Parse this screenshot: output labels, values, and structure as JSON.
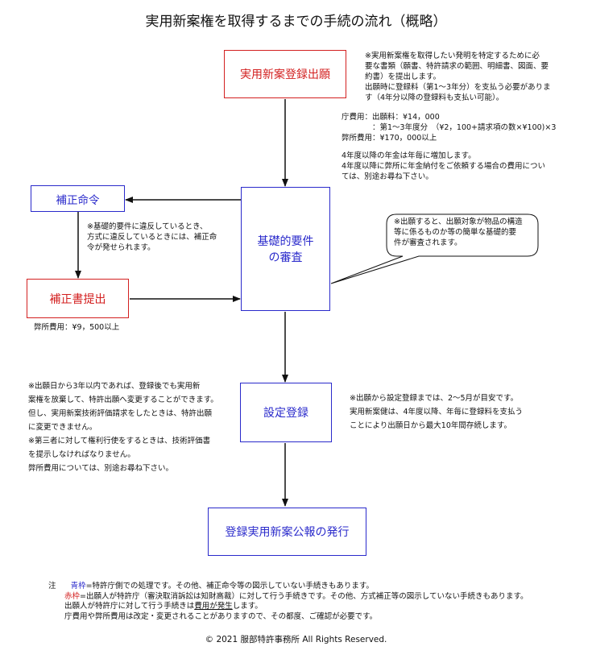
{
  "title": "実用新案権を取得するまでの手続の流れ（概略）",
  "boxes": {
    "application": "実用新案登録出願",
    "correction_order": "補正命令",
    "correction_submission": "補正書提出",
    "basic_review_line1": "基礎的要件",
    "basic_review_line2": "の審査",
    "registration": "設定登録",
    "publication": "登録実用新案公報の発行"
  },
  "notes": {
    "application": "※実用新案権を取得したい発明を特定するために必\n要な書類（願書、特許請求の範囲、明細書、図面、要\n約書）を提出します。\n出願時に登録料（第1〜3年分）を支払う必要がありま\nす（4年分以降の登録料も支払い可能）。",
    "fees_line1": "庁費用：出願料：¥14，000",
    "fees_line2": "　　　　：第1〜3年度分　（¥2，100+請求項の数×¥100)×3",
    "fees_line3": "弊所費用：¥170，000以上",
    "annual": "4年度以降の年金は年毎に増加します。\n4年度以降に弊所に年金納付をご依頼する場合の費用につい\nては、別途お尋ね下さい。",
    "correction": "※基礎的要件に違反しているとき、\n方式に違反しているときには、補正命\n令が発せられます。",
    "callout": "※出願すると、出願対象が物品の構造\n等に係るものか等の簡単な基礎的要\n件が審査されます。",
    "correction_fee": "弊所費用：¥9，500以上",
    "left_registration": "※出願日から3年以内であれば、登録後でも実用新\n案権を放棄して、特許出願へ変更することができます。\n但し、実用新案技術評価請求をしたときは、特許出願\nに変更できません。\n※第三者に対して権利行使をするときは、技術評価書\nを提示しなければなりません。\n弊所費用については、別途お尋ね下さい。",
    "right_registration": "※出願から設定登録までは、2〜5月が目安です。\n実用新案健は、4年度以降、年毎に登録料を支払う\nことにより出願日から最大10年間存続します。"
  },
  "footer": {
    "label": "注",
    "blue_word": "青枠",
    "blue_text": "=特許庁側での処理です。その他、補正命令等の図示していない手続きもあります。",
    "red_word": "赤枠",
    "red_text": "=出願人が特許庁（審決取消訴訟は知財高裁）に対して行う手続きです。その他、方式補正等の図示していない手続きもあります。",
    "line3_pre": "出願人が特許庁に対して行う手続きは",
    "line3_u": "費用が発生",
    "line3_post": "します。",
    "line4": "庁費用や弊所費用は改定・変更されることがありますので、その都度、ご確認が必要です。"
  },
  "copyright": "© 2021 服部特許事務所 All Rights Reserved.",
  "colors": {
    "blue": "#2a2acb",
    "red": "#d32020"
  }
}
